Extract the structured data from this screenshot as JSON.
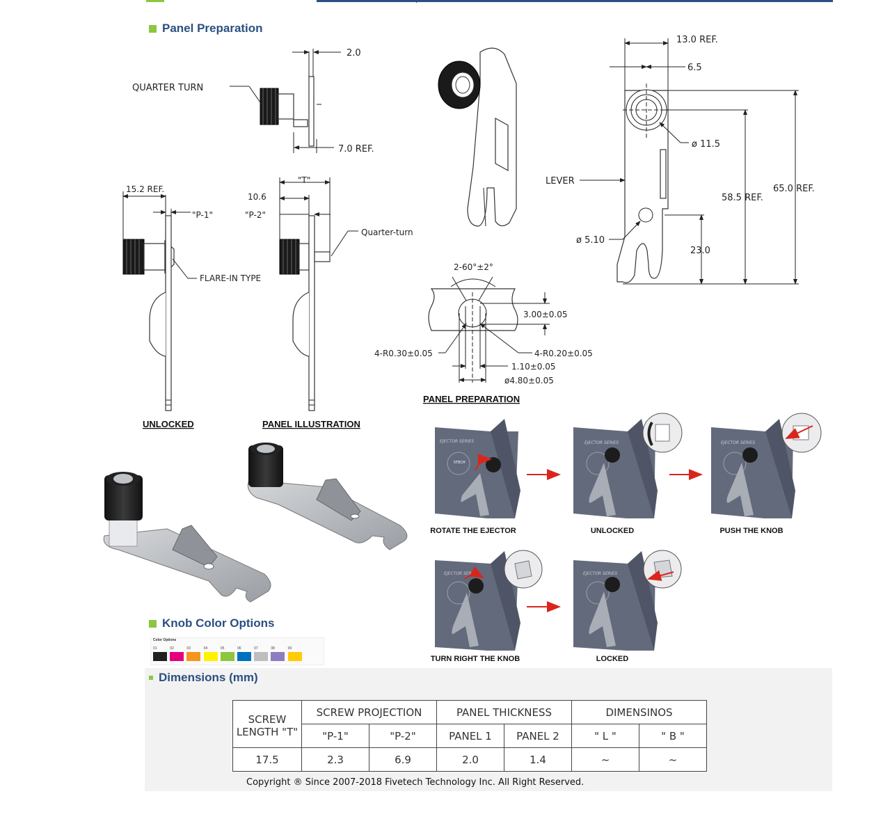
{
  "sections": {
    "panel_preparation": "Panel Preparation",
    "knob_color_options": "Knob Color Options",
    "dimensions": "Dimensions (mm)"
  },
  "drawing_labels": {
    "quarter_turn": "QUARTER TURN",
    "dim_2_0": "2.0",
    "dim_7_0_ref": "7.0 REF.",
    "dim_15_2_ref": "15.2 REF.",
    "dim_p1": "\"P-1\"",
    "flare_in_type": "FLARE-IN TYPE",
    "dim_t": "\"T\"",
    "dim_10_6": "10.6",
    "dim_p2": "\"P-2\"",
    "quarter_turn_small": "Quarter-turn",
    "unlocked": "UNLOCKED",
    "panel_illustration": "PANEL ILLUSTRATION",
    "dim_13_0_ref": "13.0 REF.",
    "dim_6_5": "6.5",
    "dim_dia_11_5": "ø 11.5",
    "lever": "LEVER",
    "dim_58_5_ref": "58.5 REF.",
    "dim_65_0_ref": "65.0 REF.",
    "dim_dia_5_10": "ø 5.10",
    "dim_23_0": "23.0",
    "angle": "2-60°±2°",
    "dim_3_00": "3.00±0.05",
    "r030": "4-R0.30±0.05",
    "r020": "4-R0.20±0.05",
    "dim_1_10": "1.10±0.05",
    "dim_dia_4_80": "ø4.80±0.05",
    "panel_preparation_caption": "PANEL PREPARATION"
  },
  "steps": [
    {
      "caption": "ROTATE THE EJECTOR"
    },
    {
      "caption": "UNLOCKED"
    },
    {
      "caption": "PUSH THE KNOB"
    },
    {
      "caption": "TURN RIGHT THE KNOB"
    },
    {
      "caption": "LOCKED"
    }
  ],
  "ejector_panel": {
    "series": "EJECTOR SERIES",
    "logo": "5TECH"
  },
  "color_options": {
    "title": "Color Options",
    "swatches": [
      {
        "code": "01",
        "color": "#231f20"
      },
      {
        "code": "02",
        "color": "#e6007e"
      },
      {
        "code": "03",
        "color": "#f7941d"
      },
      {
        "code": "04",
        "color": "#fff200"
      },
      {
        "code": "05",
        "color": "#8dc63f"
      },
      {
        "code": "06",
        "color": "#0072bc"
      },
      {
        "code": "07",
        "color": "#bcbec0"
      },
      {
        "code": "08",
        "color": "#8e7cc3"
      },
      {
        "code": "09",
        "color": "#ffcb05"
      }
    ]
  },
  "table": {
    "headers": {
      "screw_length": "SCREW LENGTH \"T\"",
      "screw_projection": "SCREW PROJECTION",
      "panel_thickness": "PANEL THICKNESS",
      "dimensinos": "DIMENSINOS",
      "p1": "\"P-1\"",
      "p2": "\"P-2\"",
      "panel1": "PANEL 1",
      "panel2": "PANEL 2",
      "l": "\" L \"",
      "b": "\" B \""
    },
    "row": [
      "17.5",
      "2.3",
      "6.9",
      "2.0",
      "1.4",
      "~",
      "~"
    ]
  },
  "copyright": "Copyright ® Since 2007-2018 Fivetech Technology Inc. All Right Reserved.",
  "colors": {
    "accent_green": "#8dc63f",
    "title_blue": "#2b4f81",
    "arrow_red": "#d9261c",
    "ejector_gray": "#5f6577"
  }
}
